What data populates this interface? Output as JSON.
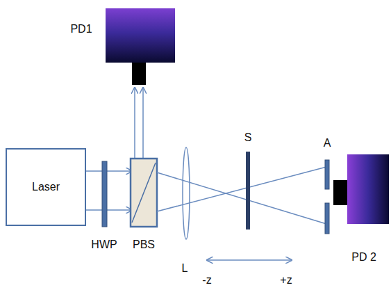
{
  "diagram": {
    "nodes": [
      {
        "text": [
          "Laser"
        ]
      }
    ],
    "labels": [
      "PD1",
      "HWP",
      "PBS",
      "L",
      "S",
      "A",
      "PD 2",
      "-z",
      "+z"
    ]
  }
}
